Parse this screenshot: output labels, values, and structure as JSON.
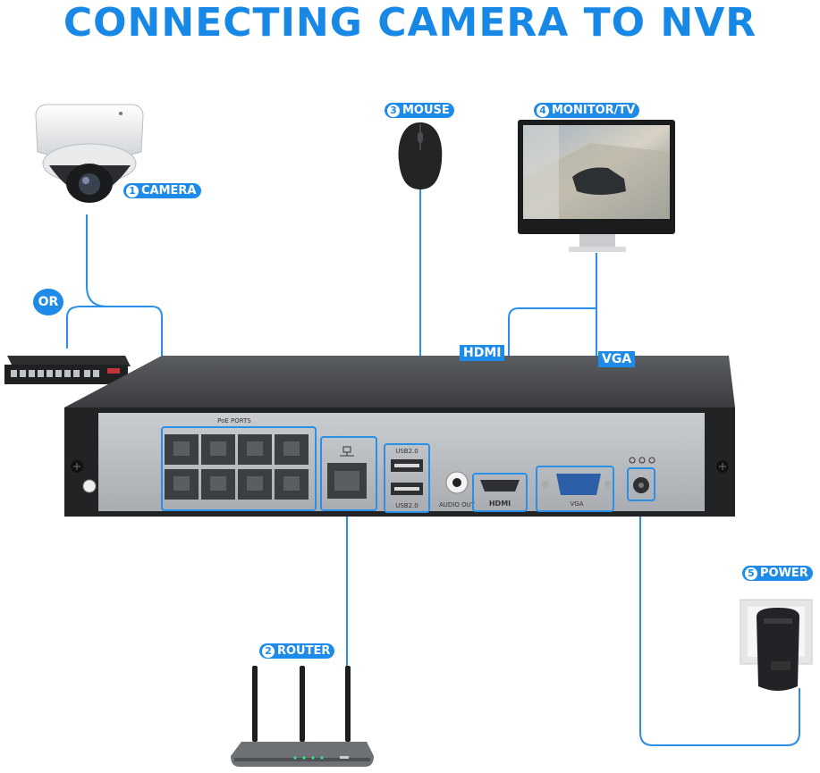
{
  "title": "CONNECTING CAMERA TO NVR",
  "labels": {
    "camera": {
      "num": "1",
      "text": "CAMERA"
    },
    "router": {
      "num": "2",
      "text": "ROUTER"
    },
    "mouse": {
      "num": "3",
      "text": "MOUSE"
    },
    "monitor": {
      "num": "4",
      "text": "MONITOR/TV"
    },
    "power": {
      "num": "5",
      "text": "POWER"
    },
    "or": "OR",
    "hdmi": "HDMI",
    "vga": "VGA"
  },
  "nvr_panel": {
    "poe_ports": "PoE PORTS",
    "usb_top": "USB2.0",
    "usb_bottom": "USB2.0",
    "audio_out": "AUDIO OUT",
    "hdmi_port": "HDMI",
    "vga_port": "VGA"
  },
  "colors": {
    "accent": "#1f8be8",
    "title": "#1788e6",
    "line": "#2a8fe6"
  }
}
